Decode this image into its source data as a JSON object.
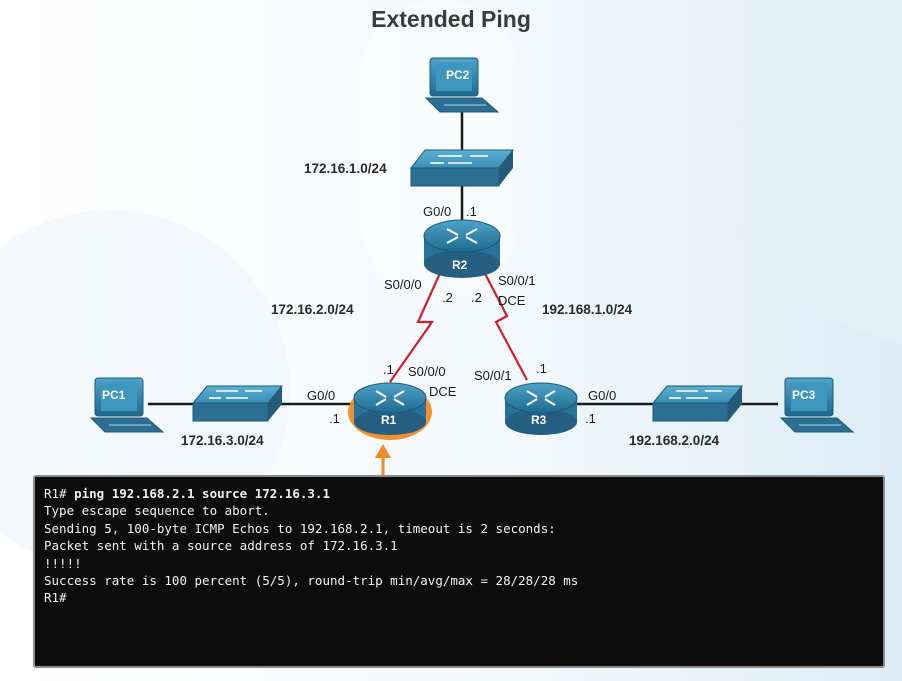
{
  "title": "Extended Ping",
  "devices": {
    "pc1": "PC1",
    "pc2": "PC2",
    "pc3": "PC3",
    "r1": "R1",
    "r2": "R2",
    "r3": "R3"
  },
  "networks": {
    "lan_pc2": "172.16.1.0/24",
    "lan_pc1": "172.16.3.0/24",
    "lan_pc3": "192.168.2.0/24",
    "wan_r1_r2": "172.16.2.0/24",
    "wan_r2_r3": "192.168.1.0/24"
  },
  "interfaces": {
    "r2_g00": "G0/0",
    "r2_g00_host": ".1",
    "r2_s000": "S0/0/0",
    "r2_s000_host": ".2",
    "r2_s001": "S0/0/1",
    "r2_s001_host": ".2",
    "r2_s001_dce": "DCE",
    "r1_g00": "G0/0",
    "r1_g00_host": ".1",
    "r1_s000": "S0/0/0",
    "r1_s000_host": ".1",
    "r1_s000_dce": "DCE",
    "r3_s001": "S0/0/1",
    "r3_s001_host": ".1",
    "r3_g00": "G0/0",
    "r3_g00_host": ".1"
  },
  "console": {
    "prompt": "R1# ",
    "command": "ping 192.168.2.1 source 172.16.3.1",
    "lines": [
      "Type escape sequence to abort.",
      "Sending 5, 100-byte ICMP Echos to 192.168.2.1, timeout is 2 seconds:",
      "Packet sent with a source address of 172.16.3.1",
      "!!!!!",
      "Success rate is 100 percent (5/5), round-trip min/avg/max = 28/28/28 ms",
      "R1#"
    ]
  },
  "colors": {
    "device_blue": "#2e7fa6",
    "serial_link": "#d11e2a",
    "highlight": "#f08a24",
    "console_bg": "#0c0c0c"
  }
}
